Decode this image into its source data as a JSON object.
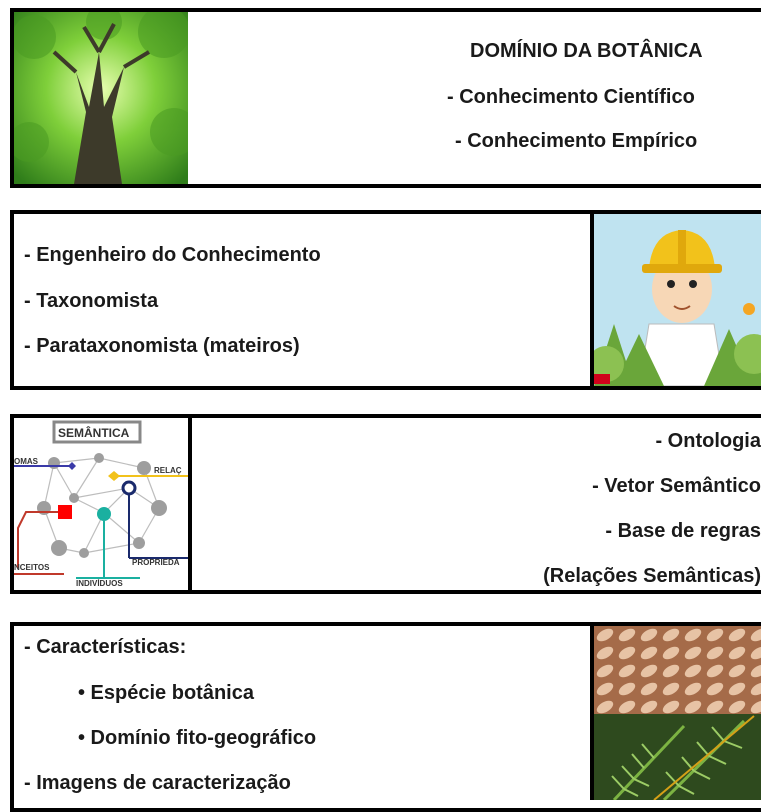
{
  "panel1": {
    "title": "DOMÍNIO DA BOTÂNICA",
    "lines": [
      "- Conhecimento Científico",
      "- Conhecimento Empírico"
    ]
  },
  "panel2": {
    "lines": [
      "- Engenheiro do Conhecimento",
      "- Taxonomista",
      "- Parataxonomista (mateiros)"
    ]
  },
  "panel3": {
    "lines": [
      "- Ontologia",
      "- Vetor Semântico",
      "- Base de regras",
      "(Relações Semânticas)"
    ],
    "diagram_labels": {
      "title": "SEMÂNTICA",
      "left_top": "OMAS",
      "right_top": "RELAÇ",
      "left_bottom": "NCEITOS",
      "bottom_center": "INDIVÍDUOS",
      "right_bottom": "PROPRIEDA"
    }
  },
  "panel4": {
    "heading": "- Características:",
    "bullets": [
      "• Espécie botânica",
      "• Domínio fito-geográfico"
    ],
    "footer": "- Imagens de caracterização"
  }
}
